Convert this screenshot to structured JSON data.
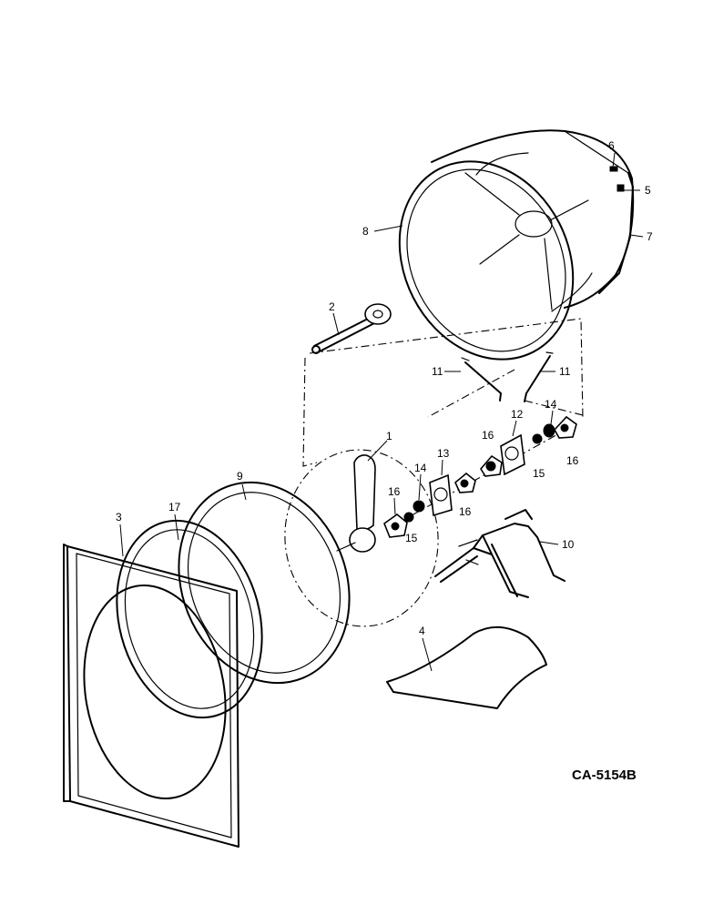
{
  "diagram": {
    "drawing_code": "CA-5154B",
    "callouts": [
      "1",
      "2",
      "3",
      "4",
      "5",
      "6",
      "7",
      "8",
      "9",
      "10",
      "11",
      "11",
      "12",
      "13",
      "14",
      "14",
      "15",
      "15",
      "16",
      "16",
      "16",
      "16",
      "17"
    ]
  }
}
